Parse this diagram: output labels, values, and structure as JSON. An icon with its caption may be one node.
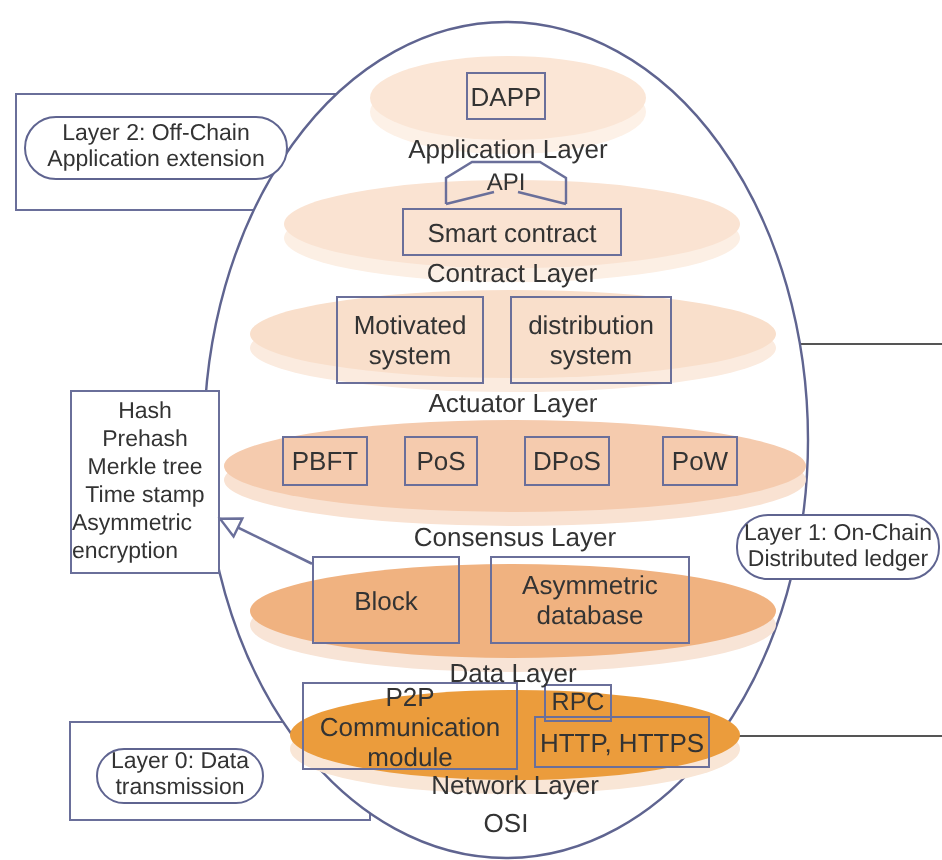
{
  "diagram": {
    "nodes": [
      {
        "text": [
          "Layer 2: Off-Chain Application extension"
        ]
      },
      {
        "text": [
          "Application Layer"
        ]
      },
      {
        "text": [
          "DAPP"
        ],
        "in": 1
      },
      {
        "text": [
          "API"
        ]
      },
      {
        "text": [
          "Contract Layer"
        ]
      },
      {
        "text": [
          "Smart contract"
        ],
        "in": 4
      },
      {
        "text": [
          "Actuator Layer"
        ]
      },
      {
        "text": [
          "Motivated system"
        ],
        "in": 6
      },
      {
        "text": [
          "distribution system"
        ],
        "in": 6
      },
      {
        "text": [
          "Hash",
          "Prehash",
          "Merkle tree",
          "Time stamp",
          "Asymmetric encryption"
        ]
      },
      {
        "text": [
          "Consensus Layer"
        ]
      },
      {
        "text": [
          "PBFT"
        ],
        "in": 10
      },
      {
        "text": [
          "PoS"
        ],
        "in": 10
      },
      {
        "text": [
          "DPoS"
        ],
        "in": 10
      },
      {
        "text": [
          "PoW"
        ],
        "in": 10
      },
      {
        "text": [
          "Layer 1: On-Chain Distributed ledger"
        ]
      },
      {
        "text": [
          "Data Layer"
        ]
      },
      {
        "text": [
          "Block"
        ]
      },
      {
        "text": [
          "Asymmetric database"
        ]
      },
      {
        "text": [
          "Network Layer"
        ]
      },
      {
        "text": [
          "P2P",
          "Communication module"
        ]
      },
      {
        "text": [
          "RPC"
        ]
      },
      {
        "text": [
          "HTTP, HTTPS"
        ],
        "in": 19
      },
      {
        "text": [
          "Layer 0: Data transmission"
        ]
      }
    ],
    "edges": [
      {
        "from": 17,
        "to": 9,
        "arrow": "to"
      }
    ],
    "labels": [
      "OSI"
    ]
  }
}
